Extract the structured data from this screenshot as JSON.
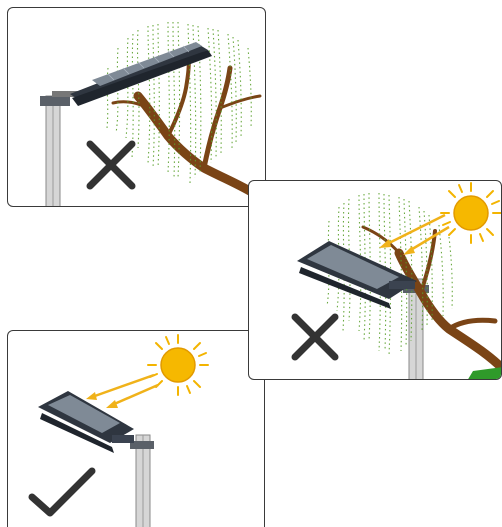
{
  "panels": [
    {
      "verdict": "wrong",
      "scene": "lamp-under-tree-canopy",
      "sun_visible": false
    },
    {
      "verdict": "wrong",
      "scene": "sunlight-blocked-by-tree",
      "sun_visible": true
    },
    {
      "verdict": "correct",
      "scene": "lamp-in-open-sunlight",
      "sun_visible": true
    }
  ],
  "colors": {
    "frame": "#3a3a3a",
    "mark": "#333333",
    "sun": "#f6b800",
    "sun_ray": "#f3b400",
    "arrow": "#f0b21a",
    "tree_trunk": "#7a4416",
    "leaf": "#5aa02c",
    "pole": "#c9c9c9",
    "lamp_body": "#3b4350",
    "grass": "#2f9a2a"
  },
  "icons": [
    "cross-mark-icon",
    "cross-mark-icon",
    "check-mark-icon",
    "sun-icon",
    "solar-street-lamp-icon",
    "tree-icon"
  ]
}
